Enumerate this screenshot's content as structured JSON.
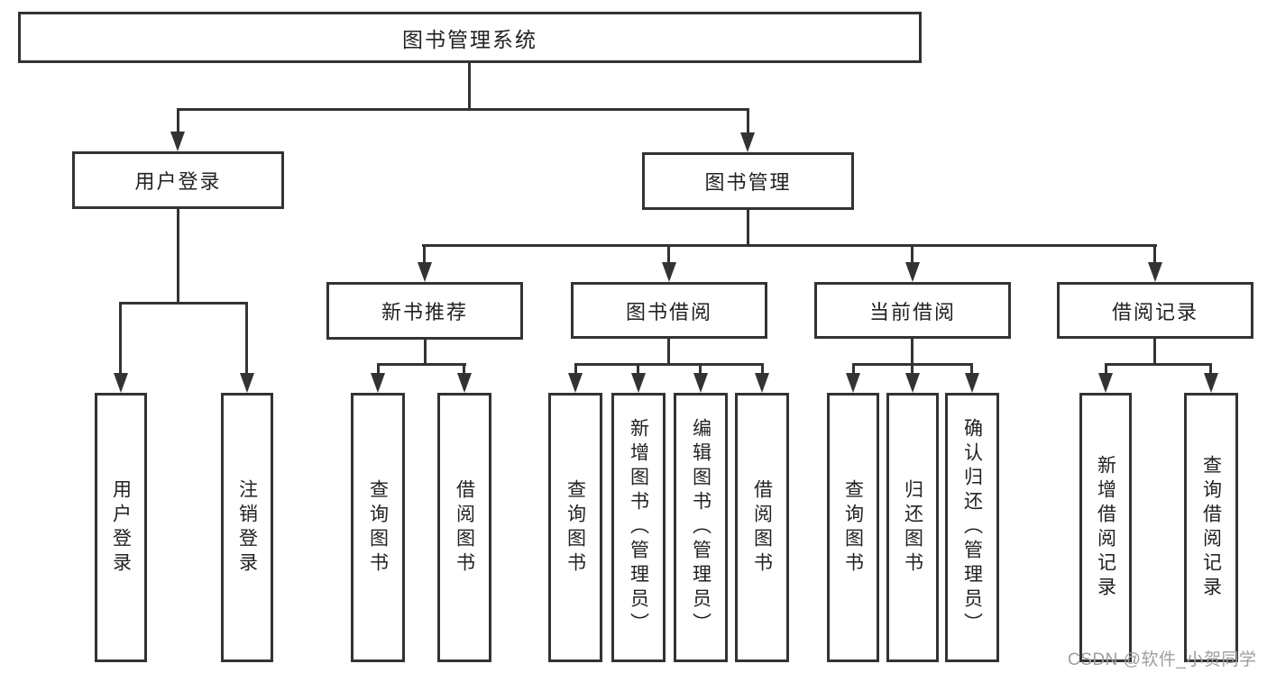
{
  "diagram": {
    "type": "tree",
    "colors": {
      "line": "#333333",
      "text": "#222222",
      "background": "#ffffff",
      "watermark": "#9e9e9e"
    },
    "nodes": {
      "root": "图书管理系统",
      "user_login": "用户登录",
      "book_mgmt": "图书管理",
      "new_books": "新书推荐",
      "book_borrow": "图书借阅",
      "current_borrow": "当前借阅",
      "borrow_records": "借阅记录",
      "leaves": {
        "user_login": [
          "用户登录",
          "注销登录"
        ],
        "new_books": [
          "查询图书",
          "借阅图书"
        ],
        "book_borrow": [
          "查询图书",
          "新增图书（管理员）",
          "编辑图书（管理员）",
          "借阅图书"
        ],
        "current_borrow": [
          "查询图书",
          "归还图书",
          "确认归还（管理员）"
        ],
        "borrow_records": [
          "新增借阅记录",
          "查询借阅记录"
        ]
      }
    },
    "watermark": "CSDN @软件_小贺同学"
  }
}
